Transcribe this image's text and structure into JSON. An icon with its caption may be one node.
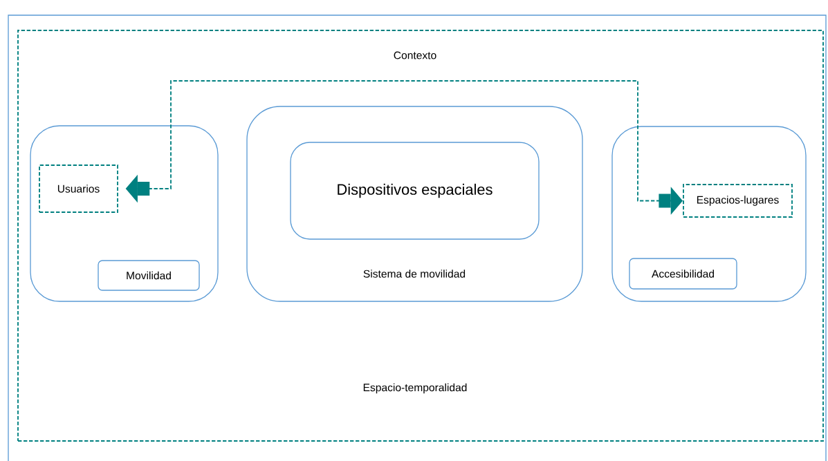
{
  "diagram": {
    "nodes": [
      {
        "text": [
          "Contexto",
          "Espacio-temporalidad"
        ]
      },
      {
        "text": [],
        "shape": "box",
        "in": 0
      },
      {
        "text": [
          "Usuarios"
        ],
        "in": 1
      },
      {
        "text": [
          "Movilidad"
        ],
        "in": 1
      },
      {
        "text": [
          "Sistema de movilidad"
        ],
        "in": 0
      },
      {
        "text": [
          "Dispositivos espaciales"
        ],
        "in": 4
      },
      {
        "text": [],
        "shape": "box",
        "in": 0
      },
      {
        "text": [
          "Espacios-lugares"
        ],
        "in": 6
      },
      {
        "text": [
          "Accesibilidad"
        ],
        "in": 6
      }
    ],
    "edges": [
      {
        "from": 2,
        "to": 7,
        "arrow": "both",
        "style": "dashed",
        "color": "#008080"
      }
    ]
  }
}
